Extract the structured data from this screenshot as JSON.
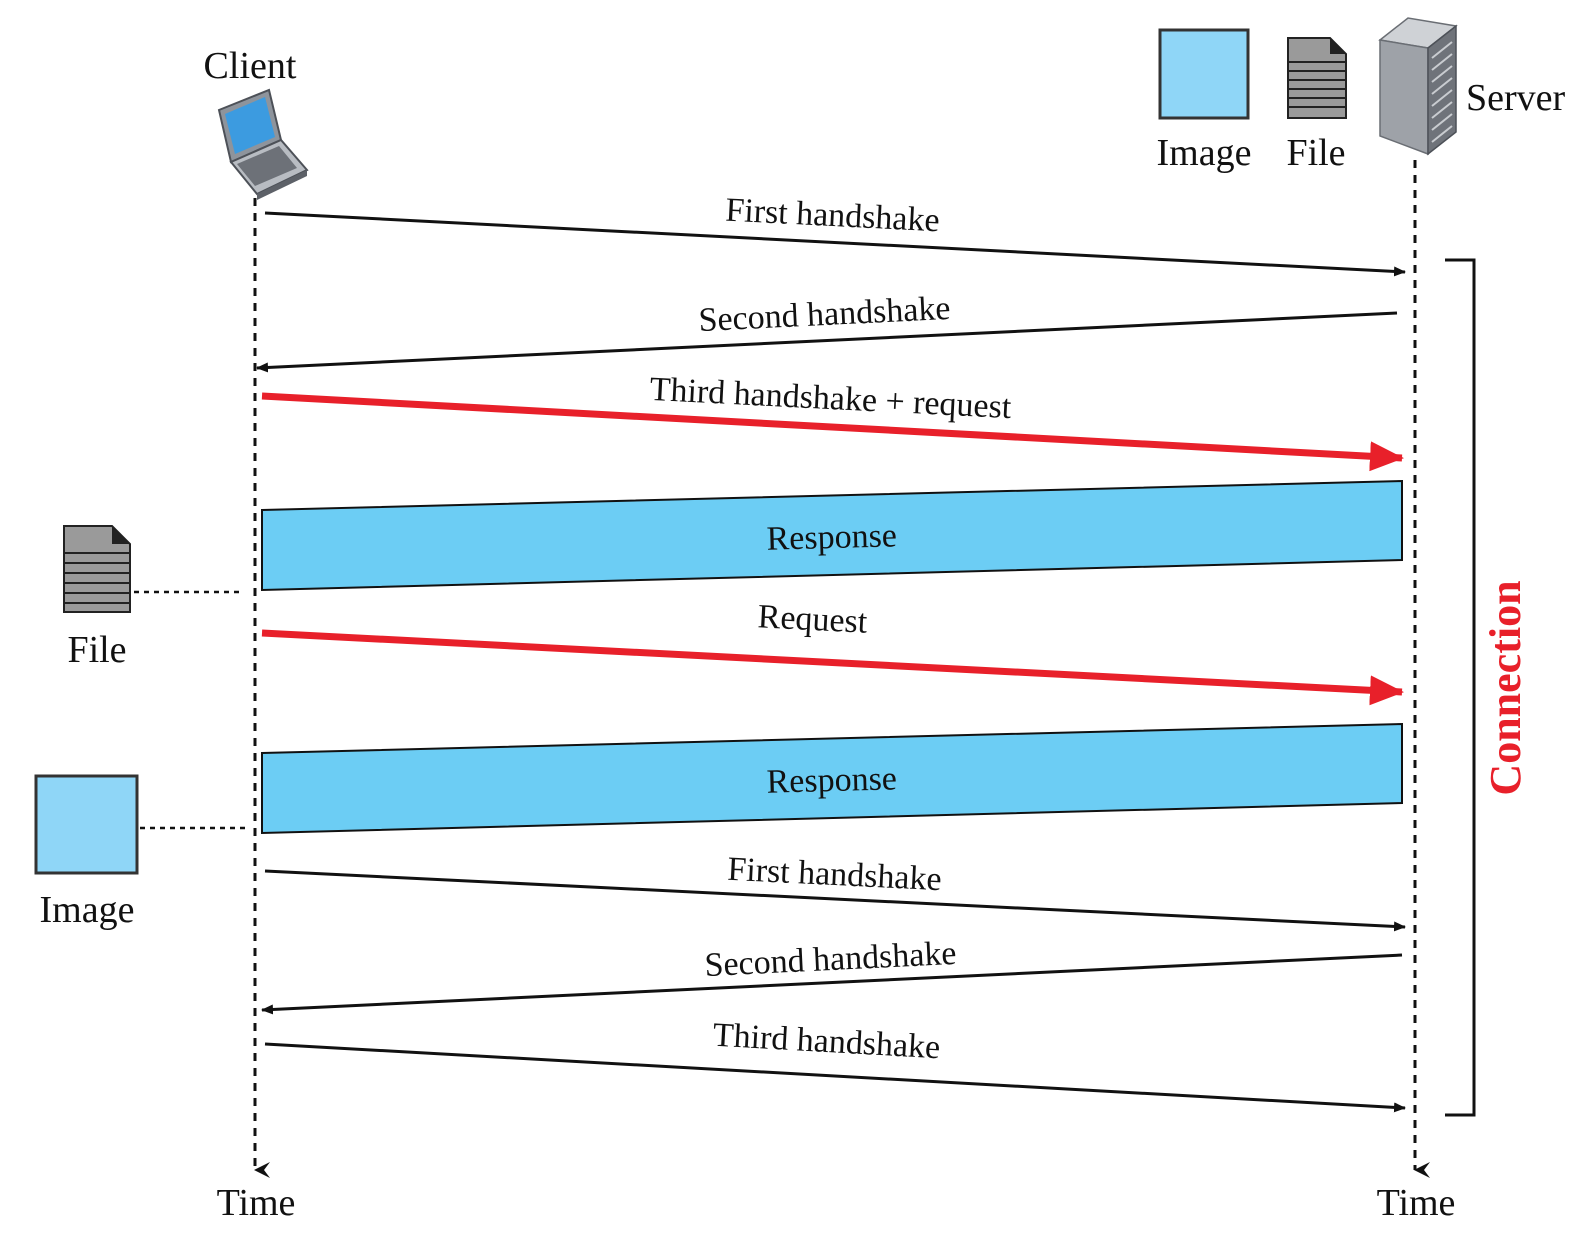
{
  "client": {
    "label": "Client",
    "icon": "laptop-icon"
  },
  "server": {
    "label": "Server",
    "icon": "server-icon"
  },
  "server_resources": {
    "image_label": "Image",
    "file_label": "File"
  },
  "client_resources": {
    "file_label": "File",
    "image_label": "Image"
  },
  "timeline": {
    "client_time_label": "Time",
    "server_time_label": "Time"
  },
  "connection": {
    "label": "Connection",
    "color": "#e8202a"
  },
  "colors": {
    "request": "#e8202a",
    "response": "#6ccdf4",
    "handshake": "#111111",
    "image_box": "#8fd6f7",
    "file_icon": "#9a9a9a"
  },
  "messages": [
    {
      "label": "First handshake",
      "direction": "client-to-server",
      "kind": "handshake"
    },
    {
      "label": "Second handshake",
      "direction": "server-to-client",
      "kind": "handshake"
    },
    {
      "label": "Third handshake + request",
      "direction": "client-to-server",
      "kind": "request"
    },
    {
      "label": "Response",
      "direction": "server-to-client",
      "kind": "response",
      "carries": "File"
    },
    {
      "label": "Request",
      "direction": "client-to-server",
      "kind": "request"
    },
    {
      "label": "Response",
      "direction": "server-to-client",
      "kind": "response",
      "carries": "Image"
    },
    {
      "label": "First handshake",
      "direction": "client-to-server",
      "kind": "handshake"
    },
    {
      "label": "Second handshake",
      "direction": "server-to-client",
      "kind": "handshake"
    },
    {
      "label": "Third handshake",
      "direction": "client-to-server",
      "kind": "handshake"
    }
  ]
}
